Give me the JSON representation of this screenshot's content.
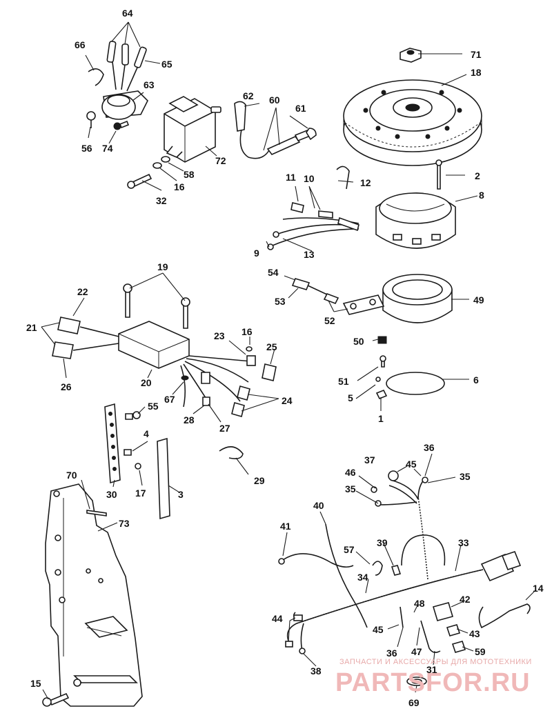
{
  "callouts": {
    "c1": "1",
    "c2": "2",
    "c3": "3",
    "c4": "4",
    "c5": "5",
    "c6": "6",
    "c8": "8",
    "c9": "9",
    "c10": "10",
    "c11": "11",
    "c12": "12",
    "c13": "13",
    "c14": "14",
    "c15": "15",
    "c16a": "16",
    "c16b": "16",
    "c17": "17",
    "c18": "18",
    "c19": "19",
    "c20": "20",
    "c21": "21",
    "c22": "22",
    "c23": "23",
    "c24": "24",
    "c25": "25",
    "c26": "26",
    "c27": "27",
    "c28": "28",
    "c29": "29",
    "c30": "30",
    "c31": "31",
    "c32": "32",
    "c33": "33",
    "c34": "34",
    "c35a": "35",
    "c35b": "35",
    "c36a": "36",
    "c36b": "36",
    "c37": "37",
    "c38": "38",
    "c39": "39",
    "c40": "40",
    "c41": "41",
    "c42": "42",
    "c43": "43",
    "c44": "44",
    "c45a": "45",
    "c45b": "45",
    "c46": "46",
    "c47": "47",
    "c48": "48",
    "c49": "49",
    "c50": "50",
    "c51": "51",
    "c52": "52",
    "c53": "53",
    "c54": "54",
    "c55": "55",
    "c56": "56",
    "c57": "57",
    "c58": "58",
    "c59": "59",
    "c60": "60",
    "c61": "61",
    "c62": "62",
    "c63": "63",
    "c64": "64",
    "c65": "65",
    "c66": "66",
    "c67": "67",
    "c69": "69",
    "c70": "70",
    "c71": "71",
    "c72": "72",
    "c73": "73",
    "c74": "74"
  },
  "watermark": {
    "tagline": "ЗАПЧАСТИ И АКСЕССУАРЫ ДЛЯ МОТОТЕХНИКИ",
    "logo": "PARTSFOR.RU"
  },
  "colors": {
    "ink": "#1a1a1a",
    "watermark": "#e7a9a9"
  }
}
